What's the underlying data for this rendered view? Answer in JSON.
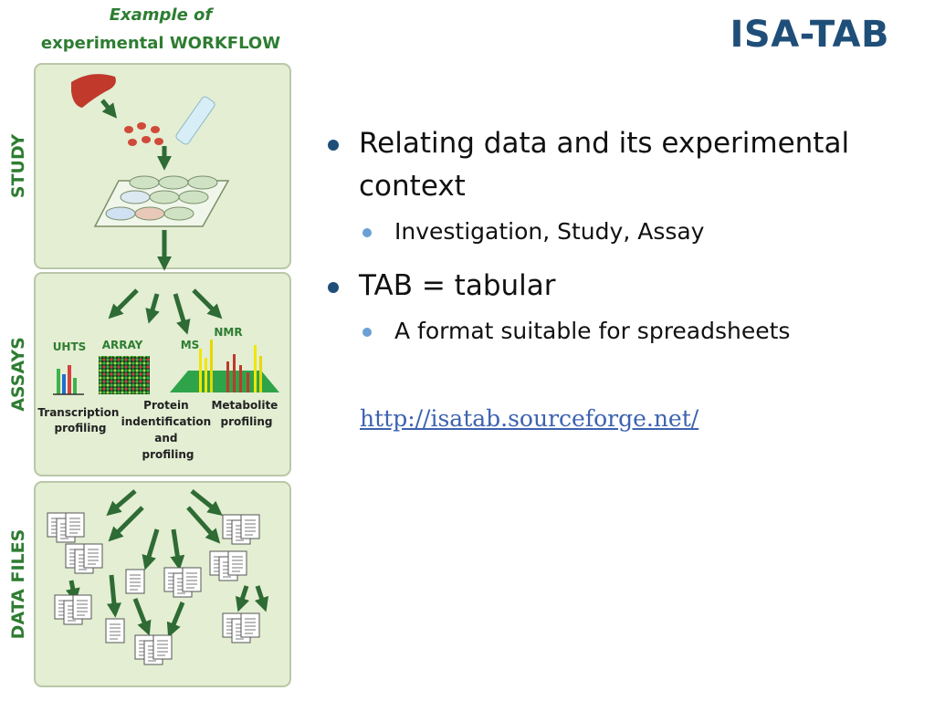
{
  "slide": {
    "title": "ISA-TAB",
    "bullets": [
      {
        "text": "Relating data and its experimental context",
        "sub": [
          "Investigation, Study, Assay"
        ]
      },
      {
        "text": "TAB = tabular",
        "sub": [
          "A format suitable for spreadsheets"
        ]
      }
    ],
    "link": "http://isatab.sourceforge.net/"
  },
  "workflow": {
    "heading_line1": "Example of",
    "heading_line2": "experimental WORKFLOW",
    "stages": [
      "STUDY",
      "ASSAYS",
      "DATA FILES"
    ],
    "assay_techniques": [
      "UHTS",
      "ARRAY",
      "MS",
      "NMR"
    ],
    "assay_labels": {
      "transcription": [
        "Transcription",
        "profiling"
      ],
      "protein": [
        "Protein",
        "indentification",
        "and",
        "profiling"
      ],
      "metabolite": [
        "Metabolite",
        "profiling"
      ]
    },
    "colors": {
      "title": "#1f4e79",
      "panel_fill": "#e3eed3",
      "panel_border": "#b9c7a7",
      "arrow": "#2f6b34",
      "stage_label": "#2e7d32",
      "link": "#3d63b0"
    }
  }
}
